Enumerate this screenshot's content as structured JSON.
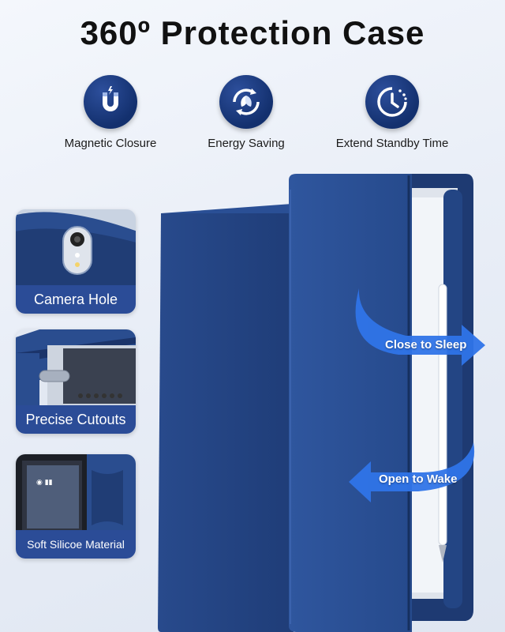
{
  "title": "360º Protection Case",
  "features": [
    {
      "label": "Magnetic Closure",
      "icon": "magnet-icon"
    },
    {
      "label": "Energy Saving",
      "icon": "energy-saving-icon"
    },
    {
      "label": "Extend Standby Time",
      "icon": "clock-icon"
    }
  ],
  "cards": [
    {
      "caption": "Camera Hole",
      "icon": "camera-hole-photo"
    },
    {
      "caption": "Precise Cutouts",
      "icon": "cutouts-photo"
    },
    {
      "caption": "Soft Silicoe Material",
      "icon": "silicone-photo"
    }
  ],
  "arrows": {
    "close": "Close to Sleep",
    "open": "Open to Wake"
  },
  "colors": {
    "accent": "#2b4c97",
    "case_blue": "#2a4d8f",
    "arrow_blue": "#2f74e8"
  }
}
